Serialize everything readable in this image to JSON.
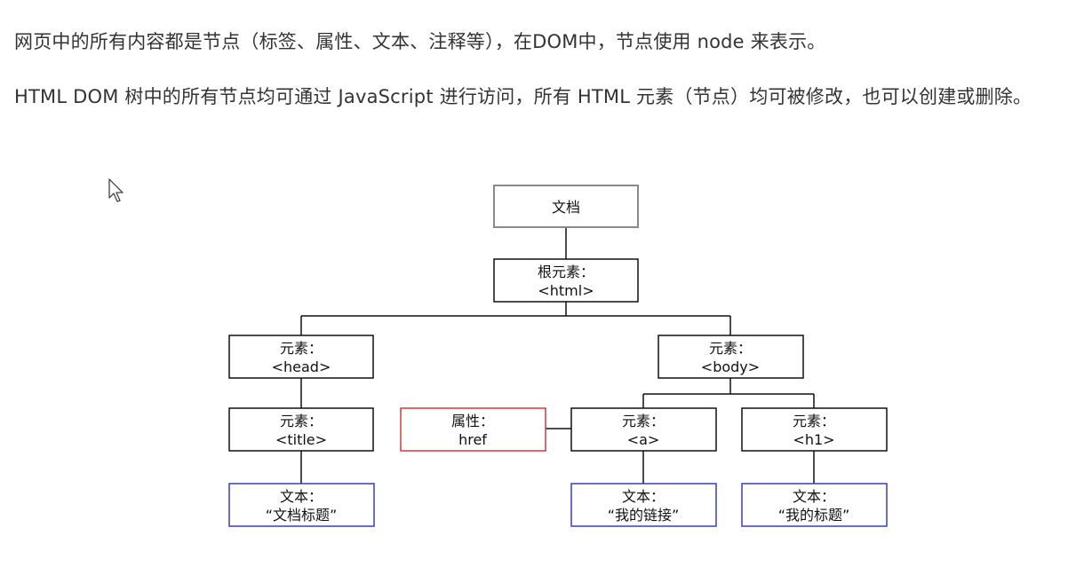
{
  "intro": {
    "line1": "网页中的所有内容都是节点（标签、属性、文本、注释等），在DOM中，节点使用 node 来表示。",
    "line2": "HTML DOM 树中的所有节点均可通过 JavaScript 进行访问，所有 HTML 元素（节点）均可被修改，也可以创建或删除。"
  },
  "tree": {
    "document": {
      "line1": "文档"
    },
    "root": {
      "line1": "根元素：",
      "line2": "<html>"
    },
    "head": {
      "line1": "元素：",
      "line2": "<head>"
    },
    "body": {
      "line1": "元素：",
      "line2": "<body>"
    },
    "title": {
      "line1": "元素：",
      "line2": "<title>"
    },
    "attr_href": {
      "line1": "属性：",
      "line2": "href"
    },
    "a": {
      "line1": "元素：",
      "line2": "<a>"
    },
    "h1": {
      "line1": "元素：",
      "line2": "<h1>"
    },
    "text_title": {
      "line1": "文本：",
      "line2": "“文档标题”"
    },
    "text_a": {
      "line1": "文本：",
      "line2": "“我的链接”"
    },
    "text_h1": {
      "line1": "文本：",
      "line2": "“我的标题”"
    }
  },
  "colors": {
    "document_border": "#8a8a8a",
    "element_border": "#111111",
    "attribute_border": "#d03a3a",
    "text_border": "#3b3bb8"
  },
  "icons": {
    "cursor": "mouse-pointer-icon"
  }
}
